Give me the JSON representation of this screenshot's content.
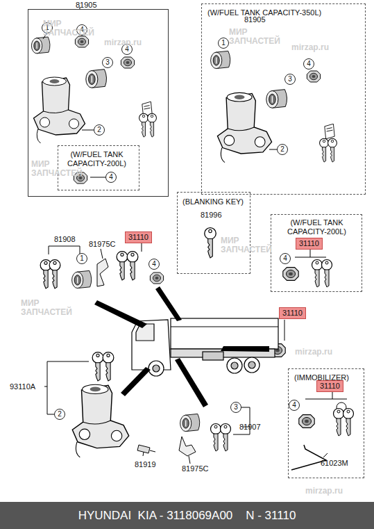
{
  "diagram": {
    "caption": "HYUNDAI  KIA - 3118069A00    N - 31110",
    "nodes": [
      {
        "text": [
          "81905"
        ]
      },
      {
        "text": [
          "(W/FUEL TANK CAPACITY-200L)"
        ],
        "in": 0
      },
      {
        "text": [
          "(W/FUEL TANK CAPACITY-350L)"
        ]
      },
      {
        "text": [
          "(BLANKING KEY)"
        ]
      },
      {
        "text": [
          "31110"
        ]
      },
      {
        "text": [
          "(W/FUEL TANK CAPACITY-200L)"
        ]
      },
      {
        "text": [
          "31110"
        ],
        "in": 5
      },
      {
        "text": [
          "31110"
        ]
      },
      {
        "text": [
          "(IMMOBILIZER)"
        ]
      },
      {
        "text": [
          "31110"
        ],
        "in": 8
      }
    ],
    "labels": [
      "1",
      "4",
      "4",
      "3",
      "2",
      "4",
      "81905",
      "1",
      "4",
      "3",
      "2",
      "81996",
      "81908",
      "81975C",
      "1",
      "4",
      "4",
      "4",
      "61023M",
      "93110A",
      "2",
      "81919",
      "3",
      "81907",
      "81975C",
      "МИР ЗАПЧАСТЕЙ",
      "МИР ЗАПЧАСТЕЙ",
      "МИР ЗАПЧАСТЕЙ",
      "МИР ЗАПЧАСТЕЙ",
      "МИР ЗАПЧАСТЕЙ",
      "mirzap.ru",
      "mirzap.ru",
      "mirzap.ru",
      "mirzap.ru"
    ]
  }
}
